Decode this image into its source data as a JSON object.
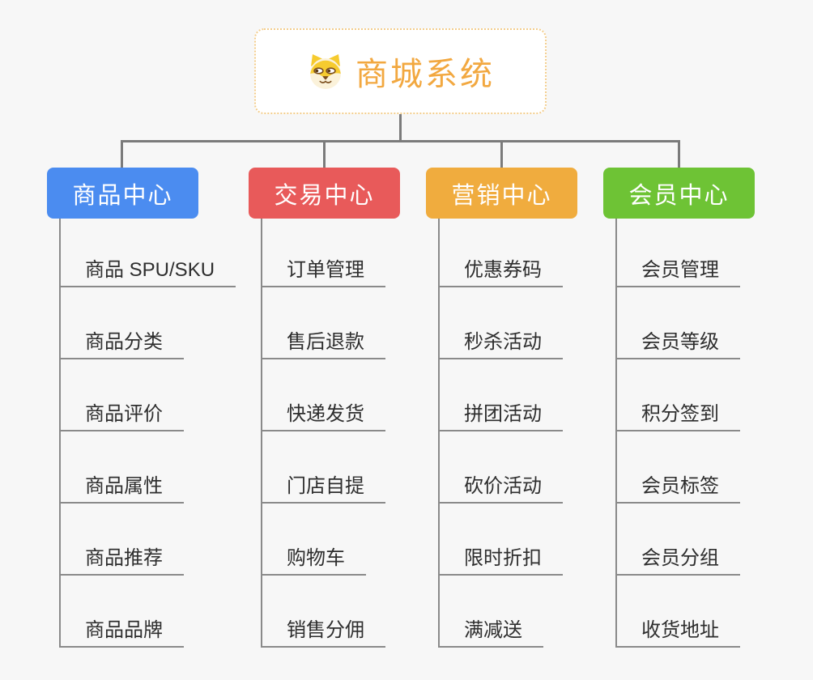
{
  "canvas": {
    "background": "#f7f7f7",
    "connector_color": "#7b7b7b",
    "underline_color": "#8a8a8a"
  },
  "root": {
    "title": "商城系统",
    "icon": "dog-face-icon",
    "text_color": "#f2a840",
    "border_color": "#f3cd8c"
  },
  "branches": [
    {
      "label": "商品中心",
      "color": "#4b8cf0",
      "items": [
        "商品 SPU/SKU",
        "商品分类",
        "商品评价",
        "商品属性",
        "商品推荐",
        "商品品牌"
      ]
    },
    {
      "label": "交易中心",
      "color": "#e85a5a",
      "items": [
        "订单管理",
        "售后退款",
        "快递发货",
        "门店自提",
        "购物车",
        "销售分佣"
      ]
    },
    {
      "label": "营销中心",
      "color": "#f0ac3e",
      "items": [
        "优惠券码",
        "秒杀活动",
        "拼团活动",
        "砍价活动",
        "限时折扣",
        "满减送"
      ]
    },
    {
      "label": "会员中心",
      "color": "#6ec335",
      "items": [
        "会员管理",
        "会员等级",
        "积分签到",
        "会员标签",
        "会员分组",
        "收货地址"
      ]
    }
  ]
}
